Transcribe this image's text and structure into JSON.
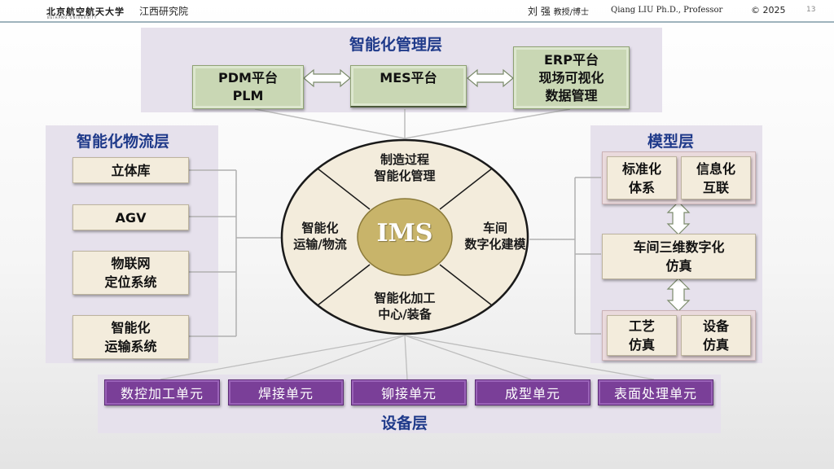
{
  "header": {
    "university": "北京航空航天大学",
    "university_sub": "BEIHANG UNIVERSITY",
    "institute": "江西研究院",
    "author_name": "刘 强",
    "author_title": "教授/博士",
    "author_en": "Qiang LIU Ph.D., Professor",
    "copyright": "© 2025",
    "page_number": "13"
  },
  "management_layer": {
    "title": "智能化管理层",
    "pdm": [
      "PDM平台",
      "PLM"
    ],
    "mes": [
      "MES平台"
    ],
    "erp": [
      "ERP平台",
      "现场可视化",
      "数据管理"
    ]
  },
  "logistics_layer": {
    "title": "智能化物流层",
    "items": [
      [
        "立体库"
      ],
      [
        "AGV"
      ],
      [
        "物联网",
        "定位系统"
      ],
      [
        "智能化",
        "运输系统"
      ]
    ]
  },
  "model_layer": {
    "title": "模型层",
    "top": [
      [
        "标准化",
        "体系"
      ],
      [
        "信息化",
        "互联"
      ]
    ],
    "middle": [
      "车间三维数字化",
      "仿真"
    ],
    "bottom": [
      [
        "工艺",
        "仿真"
      ],
      [
        "设备",
        "仿真"
      ]
    ]
  },
  "center": {
    "label": "IMS",
    "top": [
      "制造过程",
      "智能化管理"
    ],
    "left": [
      "智能化",
      "运输/物流"
    ],
    "right": [
      "车间",
      "数字化建模"
    ],
    "bottom": [
      "智能化加工",
      "中心/装备"
    ]
  },
  "equipment_layer": {
    "title": "设备层",
    "units": [
      "数控加工单元",
      "焊接单元",
      "铆接单元",
      "成型单元",
      "表面处理单元"
    ]
  },
  "colors": {
    "layer_bg": "#e6e1ec",
    "title_blue": "#1f3a8a",
    "green_box": "#c9d7b4",
    "beige_box": "#f3ecdc",
    "purple_box": "#7a3f98",
    "ellipse_fill": "#f3ecdc",
    "ims_fill": "#c8b46a"
  }
}
